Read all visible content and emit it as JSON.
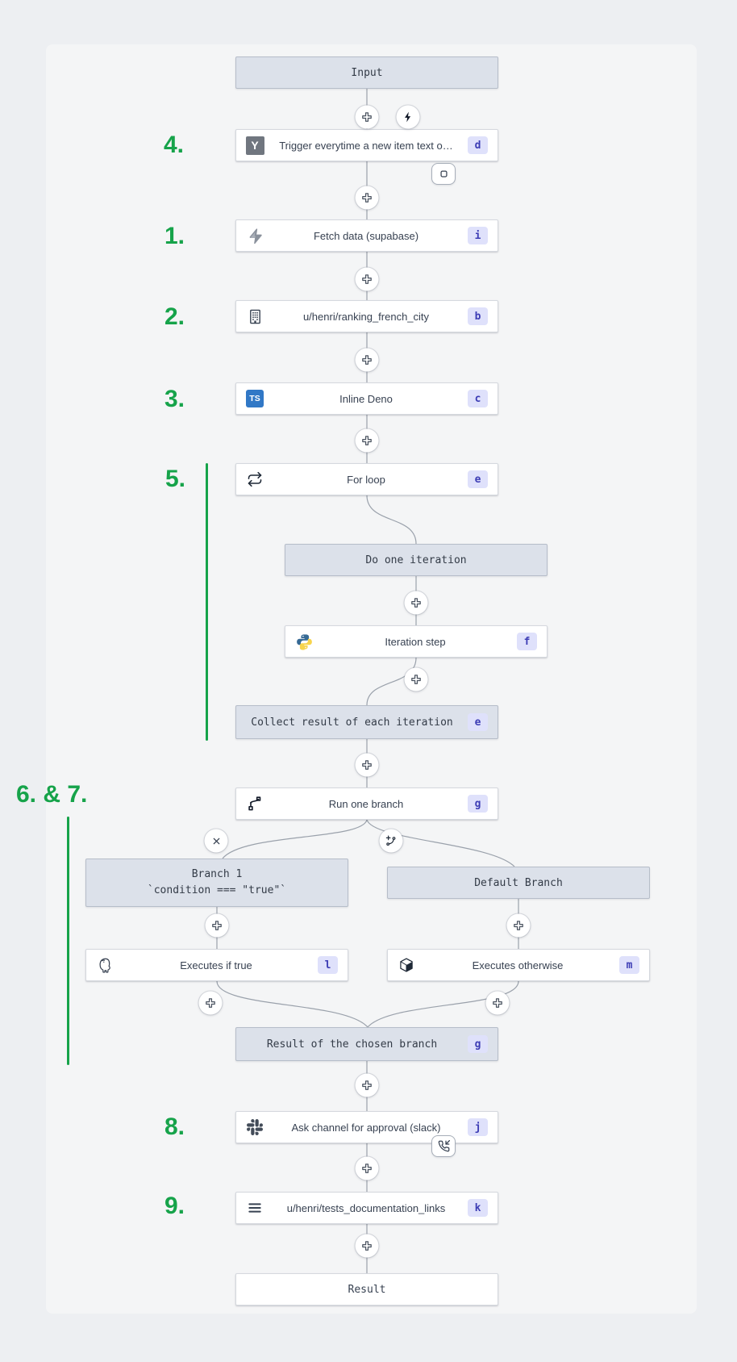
{
  "annotations": {
    "step1": "1.",
    "step2": "2.",
    "step3": "3.",
    "step4": "4.",
    "step5": "5.",
    "step67": "6. & 7.",
    "step8": "8.",
    "step9": "9."
  },
  "nodes": {
    "input": {
      "label": "Input"
    },
    "trigger": {
      "label": "Trigger everytime a new item text o…",
      "badge": "d",
      "icon": "hackernews-icon",
      "icon_text": "Y"
    },
    "fetch_data": {
      "label": "Fetch data (supabase)",
      "badge": "i",
      "icon": "supabase-bolt-icon"
    },
    "ranking": {
      "label": "u/henri/ranking_french_city",
      "badge": "b",
      "icon": "building-icon"
    },
    "inline_deno": {
      "label": "Inline Deno",
      "badge": "c",
      "icon": "typescript-icon",
      "icon_text": "TS"
    },
    "for_loop": {
      "label": "For loop",
      "badge": "e",
      "icon": "loop-icon"
    },
    "do_one_iteration": {
      "label": "Do one iteration"
    },
    "iteration_step": {
      "label": "Iteration step",
      "badge": "f",
      "icon": "python-icon"
    },
    "collect_result": {
      "label": "Collect result of each iteration",
      "badge": "e"
    },
    "run_one_branch": {
      "label": "Run one branch",
      "badge": "g",
      "icon": "git-branch-icon"
    },
    "branch1": {
      "title": "Branch 1",
      "condition": "`condition === \"true\"`"
    },
    "default_branch": {
      "label": "Default Branch"
    },
    "executes_if_true": {
      "label": "Executes if true",
      "badge": "l",
      "icon": "postgresql-icon"
    },
    "executes_otherwise": {
      "label": "Executes otherwise",
      "badge": "m",
      "icon": "cube-icon"
    },
    "result_of_chosen_branch": {
      "label": "Result of the chosen branch",
      "badge": "g"
    },
    "ask_approval": {
      "label": "Ask channel for approval (slack)",
      "badge": "j",
      "icon": "slack-icon"
    },
    "tests_documentation": {
      "label": "u/henri/tests_documentation_links",
      "badge": "k",
      "icon": "menu-icon"
    },
    "result": {
      "label": "Result"
    }
  },
  "colors": {
    "annotation_green": "#16a34a",
    "badge_bg": "#dfe1fb",
    "badge_text": "#3d3db5",
    "header_box_bg": "#dce1ea",
    "node_bg": "#ffffff",
    "wire": "#9aa1ab"
  }
}
